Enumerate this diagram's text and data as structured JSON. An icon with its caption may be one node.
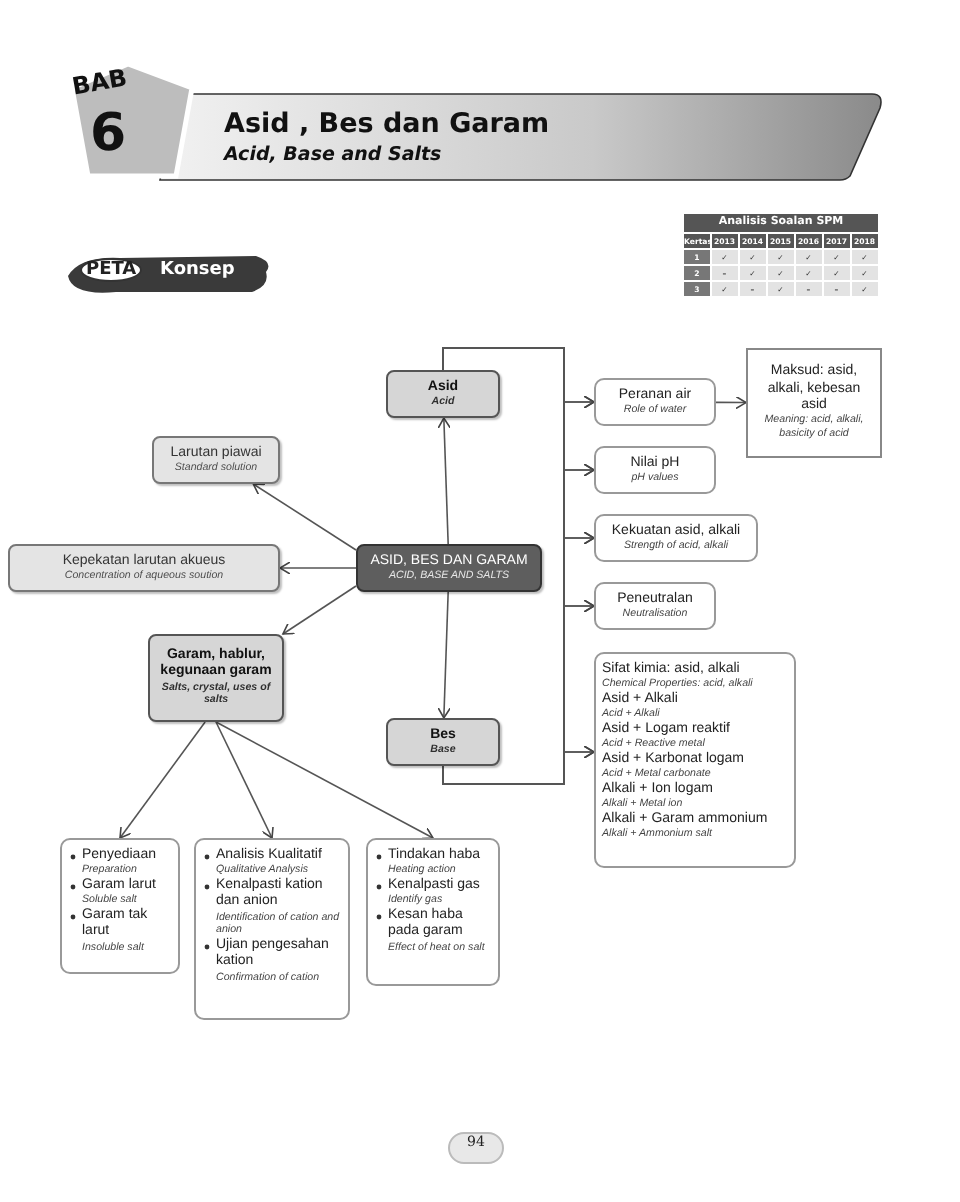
{
  "diagram": {
    "title": "Asid , Bes dan Garam",
    "nodes": [
      {
        "text": [
          "Asid",
          "Acid"
        ]
      },
      {
        "text": [
          "Peranan air",
          "Role of water"
        ]
      },
      {
        "text": [
          "Maksud: asid, alkali, kebesan asid",
          "Meaning: acid, alkali, basicity of acid"
        ]
      },
      {
        "text": [
          "Larutan piawai",
          "Standard solution"
        ]
      },
      {
        "text": [
          "Nilai pH",
          "pH values"
        ]
      },
      {
        "text": [
          "Kepekatan larutan akueus",
          "Concentration of aqueous soution"
        ]
      },
      {
        "text": [
          "ASID, BES DAN GARAM",
          "ACID, BASE AND SALTS"
        ]
      },
      {
        "text": [
          "Kekuatan asid, alkali",
          "Strength of acid, alkali"
        ]
      },
      {
        "text": [
          "Peneutralan",
          "Neutralisation"
        ]
      },
      {
        "text": [
          "Garam, hablur, kegunaan garam",
          "Salts, crystal, uses of salts"
        ]
      },
      {
        "text": [
          "Sifat kimia: asid, alkali",
          "Chemical Properties: acid, alkali",
          "Asid + Alkali",
          "Acid + Alkali",
          "Asid + Logam reaktif",
          "Acid + Reactive metal",
          "Asid + Karbonat logam",
          "Acid + Metal carbonate",
          "Alkali + Ion logam",
          "Alkali + Metal ion",
          "Alkali + Garam ammonium",
          "Alkali + Ammonium salt"
        ]
      },
      {
        "text": [
          "Bes",
          "Base"
        ]
      },
      {
        "text": [
          "Penyediaan",
          "Preparation",
          "Garam larut",
          "Soluble salt",
          "Garam tak larut",
          "Insoluble salt"
        ]
      },
      {
        "text": [
          "Analisis Kualitatif",
          "Qualitative Analysis",
          "Kenalpasti kation dan anion",
          "Identification of cation and anion",
          "Ujian pengesahan kation",
          "Confirmation of cation"
        ]
      },
      {
        "text": [
          "Tindakan haba",
          "Heating action",
          "Kenalpasti gas",
          "Identify gas",
          "Kesan haba pada garam",
          "Effect of heat on salt"
        ]
      }
    ],
    "edges": [
      {
        "from": 6,
        "to": 0,
        "arrow": "to"
      },
      {
        "from": 6,
        "to": 11,
        "arrow": "to"
      },
      {
        "from": 6,
        "to": 3,
        "arrow": "to"
      },
      {
        "from": 6,
        "to": 5,
        "arrow": "to"
      },
      {
        "from": 6,
        "to": 9,
        "arrow": "to"
      },
      {
        "from": 1,
        "to": 2,
        "arrow": "to"
      },
      {
        "from": 0,
        "to": 1,
        "arrow": "to"
      },
      {
        "from": 0,
        "to": 4,
        "arrow": "to"
      },
      {
        "from": 0,
        "to": 7,
        "arrow": "to"
      },
      {
        "from": 0,
        "to": 8,
        "arrow": "to"
      },
      {
        "from": 0,
        "to": 10,
        "arrow": "to"
      },
      {
        "from": 11,
        "to": 1,
        "arrow": "to"
      },
      {
        "from": 11,
        "to": 4,
        "arrow": "to"
      },
      {
        "from": 11,
        "to": 7,
        "arrow": "to"
      },
      {
        "from": 11,
        "to": 8,
        "arrow": "to"
      },
      {
        "from": 11,
        "to": 10,
        "arrow": "to"
      },
      {
        "from": 9,
        "to": 12,
        "arrow": "to"
      },
      {
        "from": 9,
        "to": 13,
        "arrow": "to"
      },
      {
        "from": 9,
        "to": 14,
        "arrow": "to"
      }
    ],
    "labels": [
      "BAB",
      "6",
      "Acid, Base and Salts",
      "PETA",
      "Konsep",
      "Analisis Soalan SPM",
      "Kertas",
      "2013",
      "2014",
      "2015",
      "2016",
      "2017",
      "2018",
      "1",
      "✓",
      "✓",
      "✓",
      "✓",
      "✓",
      "✓",
      "2",
      "–",
      "✓",
      "✓",
      "✓",
      "✓",
      "✓",
      "3",
      "✓",
      "–",
      "✓",
      "–",
      "–",
      "✓",
      "94"
    ]
  }
}
